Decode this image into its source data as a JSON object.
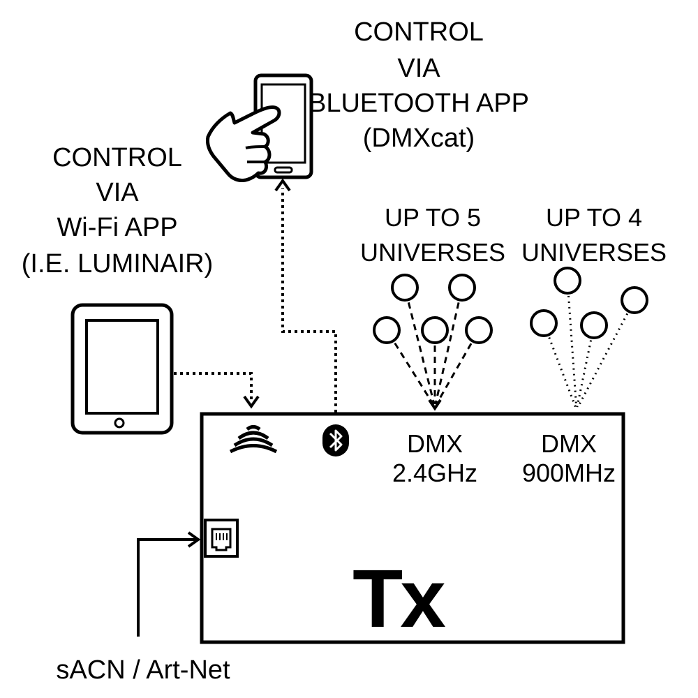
{
  "bluetooth_control": {
    "lines": [
      "CONTROL",
      "VIA",
      "BLUETOOTH APP",
      "(DMXcat)"
    ]
  },
  "wifi_control": {
    "lines": [
      "CONTROL",
      "VIA",
      "Wi-Fi APP",
      "(I.E. LUMINAIR)"
    ]
  },
  "universes_24": {
    "lines": [
      "UP TO 5",
      "UNIVERSES"
    ],
    "count": 5
  },
  "universes_900": {
    "lines": [
      "UP TO 4",
      "UNIVERSES"
    ],
    "count": 4
  },
  "transmitter": {
    "label": "Tx",
    "dmx_24": [
      "DMX",
      "2.4GHz"
    ],
    "dmx_900": [
      "DMX",
      "900MHz"
    ]
  },
  "network_input": {
    "label": "sACN / Art-Net"
  },
  "icons": [
    "hand-pointing-icon",
    "phone-icon",
    "tablet-icon",
    "wifi-icon",
    "bluetooth-icon",
    "ethernet-port-icon"
  ],
  "colors": {
    "ink": "#000000",
    "background": "#ffffff"
  }
}
